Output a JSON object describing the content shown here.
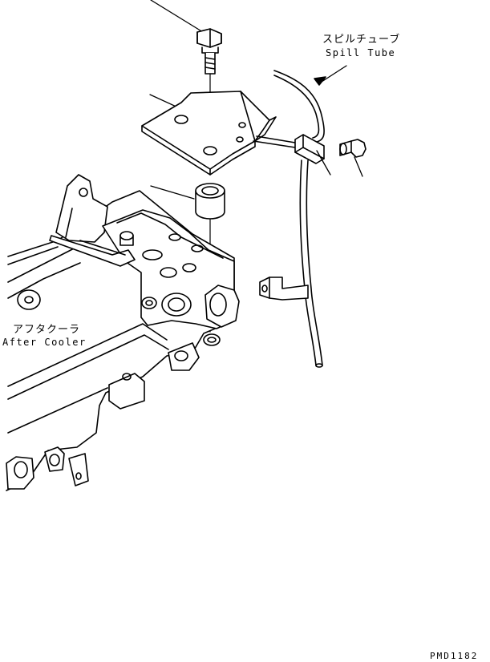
{
  "labels": {
    "spill_tube_jp": "スピルチューブ",
    "spill_tube_en": "Spill Tube",
    "after_cooler_jp": "アフタクーラ",
    "after_cooler_en": "After Cooler",
    "drawing_number": "PMD1182"
  },
  "colors": {
    "line": "#000000",
    "background": "#ffffff"
  }
}
